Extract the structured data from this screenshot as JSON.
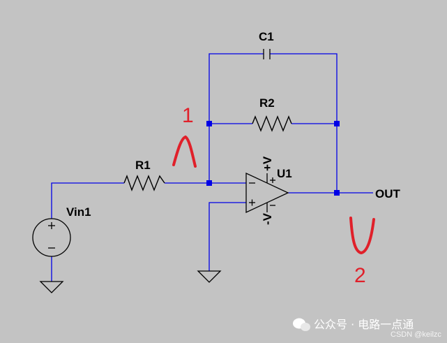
{
  "colors": {
    "background": "#c3c3c3",
    "wire": "#0000e6",
    "component": "#000000",
    "annotation": "#e0202a"
  },
  "components": {
    "capacitor": {
      "ref": "C1"
    },
    "resistor_feedback": {
      "ref": "R2"
    },
    "resistor_input": {
      "ref": "R1"
    },
    "opamp": {
      "ref": "U1",
      "pos_supply": "+V",
      "neg_supply": "-V"
    },
    "voltage_source": {
      "ref": "Vin1"
    }
  },
  "net_labels": {
    "output": "OUT"
  },
  "annotations": {
    "node_1_label": "1",
    "node_2_label": "2"
  },
  "watermark": {
    "channel": "公众号 · 电路一点通",
    "source": "CSDN @keilzc"
  }
}
